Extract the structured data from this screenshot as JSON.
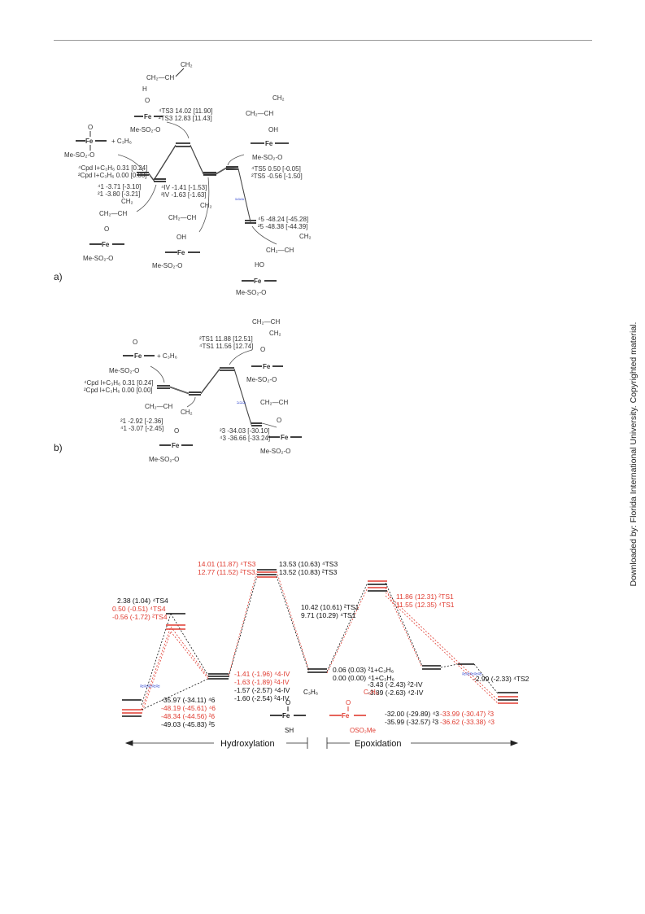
{
  "watermark": "Downloaded by: Florida International University. Copyrighted material.",
  "panel_a": {
    "label": "a)",
    "energies": {
      "cpd_q": "⁴Cpd I+C₃H₆  0.31 [0.24]",
      "cpd_d": "²Cpd I+C₃H₆  0.00 [0.00]",
      "i_q": "⁴1 -3.71 [-3.10]",
      "i_d": "²1 -3.80 [-3.21]",
      "ts3_q": "⁴TS3 14.02 [11.90]",
      "ts3_d": "²TS3 12.83 [11.43]",
      "iv_q": "⁴IV -1.41 [-1.53]",
      "iv_d": "²IV -1.63 [-1.63]",
      "ts5_q": "⁴TS5  0.50 [-0.05]",
      "ts5_d": "²TS5 -0.56 [-1.50]",
      "p5_q": "⁴5 -48.24 [-45.28]",
      "p5_d": "²5 -48.38 [-44.39]"
    },
    "structures": {
      "fe": "Fe",
      "o": "O",
      "oh": "OH",
      "ho": "HO",
      "h": "H",
      "mes": "Me-SO₂-O",
      "plus_c3h6": "+ C₃H₆",
      "ch2": "CH₂",
      "ch": "CH",
      "ch2_ch": "CH₂—CH"
    }
  },
  "panel_b": {
    "label": "b)",
    "energies": {
      "cpd_q": "⁴Cpd I+C₃H₆  0.31 [0.24]",
      "cpd_d": "²Cpd I+C₃H₆  0.00 [0.00]",
      "i_q": "²1 -2.92 [-2.36]",
      "i_d": "⁴1 -3.07 [-2.45]",
      "ts1_q": "²TS1 11.88 [12.51]",
      "ts1_d": "⁴TS1 11.56 [12.74]",
      "p3_q": "²3 -34.03 [-30.10]",
      "p3_d": "⁴3 -36.66 [-33.24]"
    }
  },
  "panel_c": {
    "labels": {
      "ts3_q": "14.01 (11.87) ⁴TS3",
      "ts3_d": "12.77 (11.52) ²TS3",
      "ts3_q_b": "13.53 (10.63) ⁴TS3",
      "ts3_d_b": "13.52 (10.83) ²TS3",
      "ts4_1": "2.38 (1.04) ⁴TS4",
      "ts4_2": "0.50 (-0.51) ⁴TS4",
      "ts4_3": "-0.56 (-1.72) ²TS4",
      "iv_1": "-1.41 (-1.96) ⁴4-IV",
      "iv_2": "-1.63 (-1.89) ²4-IV",
      "iv_3": "-1.57 (-2.57) ⁴4-IV",
      "iv_4": "-1.60 (-2.54) ²4-IV",
      "react_1": "0.06 (0.03) ²1+C₃H₆",
      "react_2": "0.00 (0.00) ⁴1+C₃H₆",
      "ts1_1": "10.42 (10.61) ²TS1",
      "ts1_2": "9.71 (10.29) ⁴TS1",
      "ts1_r1": "11.86 (12.31) ²TS1",
      "ts1_r2": "11.55 (12.35) ⁴TS1",
      "iv2_1": "-3.43 (-2.43) ²2-IV",
      "iv2_2": "-3.89 (-2.63) ⁴2-IV",
      "ts2": "-2.99 (-2.33) ⁴TS2",
      "p6_1": "-35.97 (-34.11) ⁴6",
      "p6_2": "-48.19 (-45.61) ⁴6",
      "p6_3": "-48.34 (-44.56) ²6",
      "p6_4": "-49.03 (-45.83) ²5",
      "p3_1": "-32.00 (-29.89) ⁴3",
      "p3_2": "-35.99 (-32.57) ²3",
      "p3_r1": "-33.99 (-30.47) ²3",
      "p3_r2": "-36.62 (-33.38) ⁴3",
      "struct_c3h6": "C₃H₆",
      "struct_o": "O",
      "struct_fe": "Fe",
      "struct_sh": "SH",
      "struct_oso2me": "OSO₂Me",
      "hydroxylation": "Hydroxylation",
      "epoxidation": "Epoxidation"
    },
    "colors": {
      "red": "#e03c31",
      "black": "#111111",
      "blue": "#3a4fd0"
    }
  }
}
